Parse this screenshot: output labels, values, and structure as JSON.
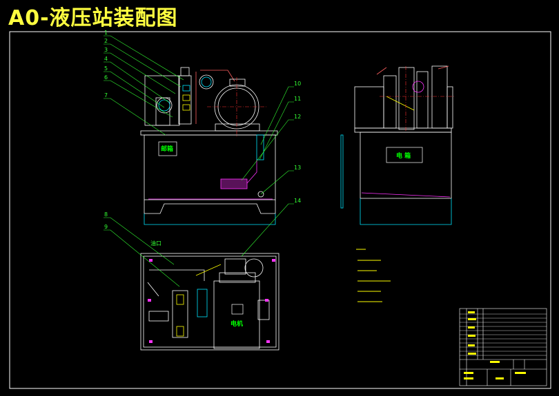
{
  "title": "A0-液压站装配图",
  "callouts": [
    "1",
    "2",
    "3",
    "4",
    "5",
    "6",
    "7",
    "10",
    "11",
    "12",
    "13",
    "14",
    "8",
    "9"
  ],
  "box_labels": {
    "tank_front": "邮箱",
    "tank_side": "电 箱",
    "motor_top": "电机",
    "top_view_tag": "油口"
  },
  "colors": {
    "background": "#000000",
    "title": "#ffff40",
    "outline": "#ffffff",
    "leader": "#33ff33",
    "center_line": "#ff3030",
    "magenta": "#ff33ff",
    "cyan": "#00e5ff",
    "yellow": "#ffff00"
  }
}
